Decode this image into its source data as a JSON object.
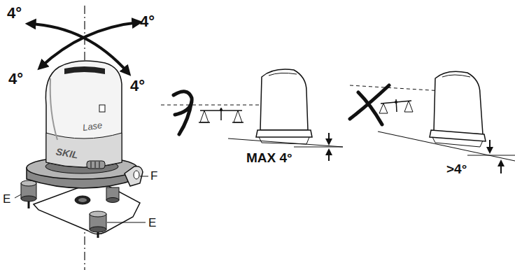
{
  "diagram": {
    "labels": [
      "4°",
      "4°",
      "4°",
      "4°",
      "Lase",
      "SKIL",
      "F",
      "E",
      "E",
      "MAX 4°",
      ">4°"
    ]
  }
}
